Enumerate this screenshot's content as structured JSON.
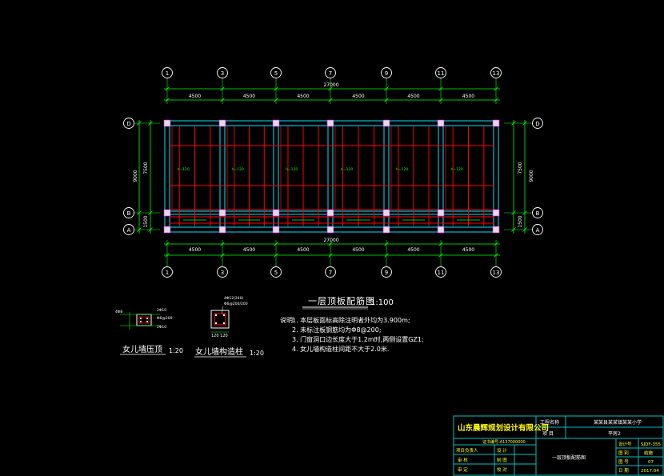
{
  "colors": {
    "background": "#000000",
    "axis_green": "#00ff00",
    "beam_red": "#ff0000",
    "beam_cyan": "#00e5ff",
    "text_white": "#ffffff",
    "title_block": "#00c0c0",
    "text_yellow": "#ffff00",
    "column_white": "#dddddd"
  },
  "plan": {
    "grid_axes_x": [
      "1",
      "3",
      "5",
      "7",
      "9",
      "11",
      "13"
    ],
    "grid_axes_y": [
      "D",
      "B",
      "A"
    ],
    "bay_dims": [
      "4500",
      "4500",
      "4500",
      "4500",
      "4500",
      "4500"
    ],
    "total_dim": "27000",
    "left_dims": {
      "bay_db": "7500",
      "bay_ba": "1500",
      "total": "9000"
    },
    "right_dims": {
      "bay_db": "7500",
      "bay_ba": "1500",
      "total": "9000"
    },
    "room_labels": [
      "h=120",
      "h=120",
      "h=120",
      "h=120",
      "h=120",
      "h=120"
    ],
    "title": "一层顶板配筋图",
    "scale": "1:100"
  },
  "notes": {
    "heading": "说明:",
    "items": [
      "1. 本层板面标高除注明者外均为3.900m;",
      "2. 未标注板钢筋均为Φ8@200;",
      "3. 门窗洞口边长度大于1.2m时,两侧设置GZ1;",
      "4. 女儿墙构造柱间距不大于2.0米."
    ]
  },
  "details": {
    "parapet_top_title": "女儿墙压顶",
    "parapet_top_scale": "1:20",
    "parapet_col_title": "女儿墙构造柱",
    "parapet_col_scale": "1:20",
    "parapet_top_marks": [
      "4Φ8",
      "2Φ10",
      "Φ6@200",
      "2Φ10"
    ],
    "parapet_col_marks": [
      "4Φ12(240)",
      "Φ6@200/200"
    ],
    "parapet_col_dim": "120 120"
  },
  "title_block": {
    "company": "山东晨辉规划设计有限公司",
    "project_label": "工程名称",
    "project_value": "某某县某某镇某某小学",
    "sub_label": "项 目",
    "sub_value": "平房2",
    "cert": "证书编号:A137000000",
    "roles": [
      [
        "项目负责人",
        "设 计"
      ],
      [
        "审 核",
        "制 图"
      ],
      [
        "审 定",
        "校 对"
      ]
    ],
    "drawing_name": "一层顶板配筋图",
    "meta_labels": [
      "设计号",
      "图 别",
      "图 号",
      "日 期"
    ],
    "meta_values": [
      "SJDF-355",
      "结施",
      "07",
      "2017.04"
    ]
  }
}
